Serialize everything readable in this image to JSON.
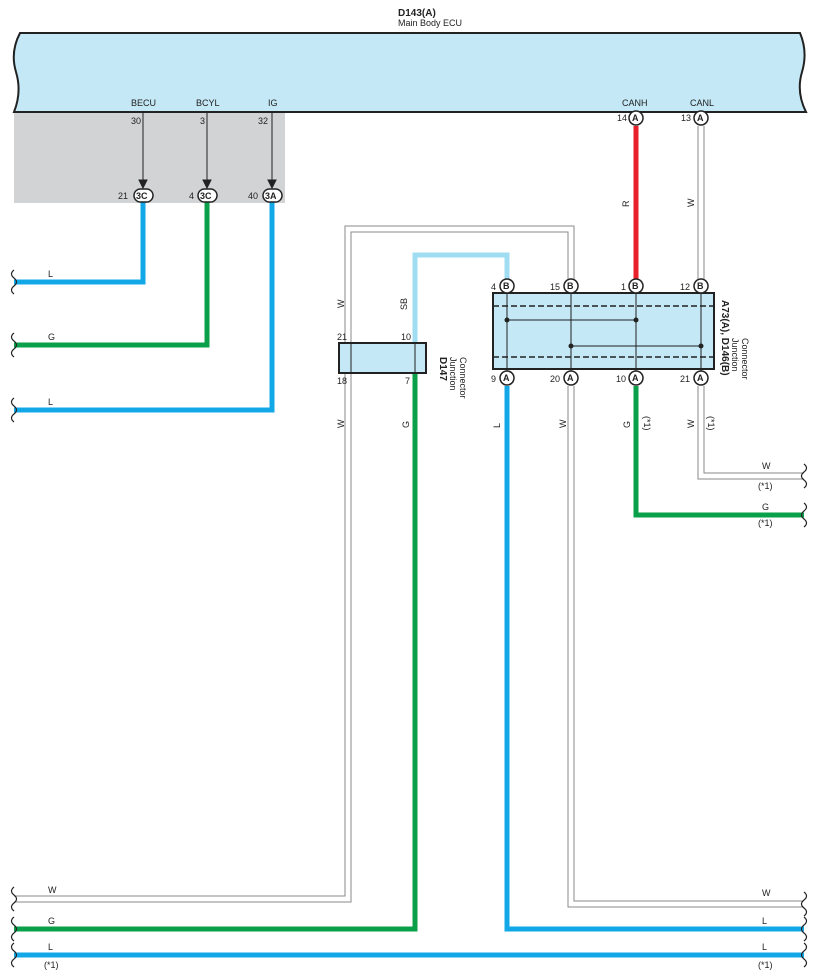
{
  "ecu": {
    "title": "D143(A)",
    "subtitle": "Main Body ECU",
    "terminals": [
      {
        "name": "BECU",
        "pin": "30"
      },
      {
        "name": "BCYL",
        "pin": "3"
      },
      {
        "name": "IG",
        "pin": "32"
      },
      {
        "name": "CANH",
        "pin": "14",
        "conn": "A"
      },
      {
        "name": "CANL",
        "pin": "13",
        "conn": "A"
      }
    ]
  },
  "junction_ecu": [
    {
      "pin": "21",
      "conn": "3C"
    },
    {
      "pin": "4",
      "conn": "3C"
    },
    {
      "pin": "40",
      "conn": "3A"
    }
  ],
  "d147": {
    "title": "D147",
    "subtitle1": "Junction",
    "subtitle2": "Connector",
    "pins": [
      "21",
      "10",
      "18",
      "7"
    ]
  },
  "a73": {
    "title": "A73(A), D146(B)",
    "subtitle1": "Junction",
    "subtitle2": "Connector",
    "top_pins": [
      {
        "pin": "4",
        "conn": "B"
      },
      {
        "pin": "15",
        "conn": "B"
      },
      {
        "pin": "1",
        "conn": "B"
      },
      {
        "pin": "12",
        "conn": "B"
      }
    ],
    "bottom_pins": [
      {
        "pin": "9",
        "conn": "A"
      },
      {
        "pin": "20",
        "conn": "A"
      },
      {
        "pin": "10",
        "conn": "A"
      },
      {
        "pin": "21",
        "conn": "A"
      }
    ]
  },
  "wire_codes": {
    "r": "R",
    "w": "W",
    "sb": "SB",
    "g": "G",
    "l": "L",
    "note": "(*1)"
  },
  "colors": {
    "blue": "#12a8e8",
    "green": "#0aa04a",
    "red": "#e8202a",
    "light_blue": "#a0dcf2",
    "ecu_fill": "#c4e8f6",
    "gray_box": "#d2d3d5",
    "white_wire": "#8a8a8a"
  }
}
